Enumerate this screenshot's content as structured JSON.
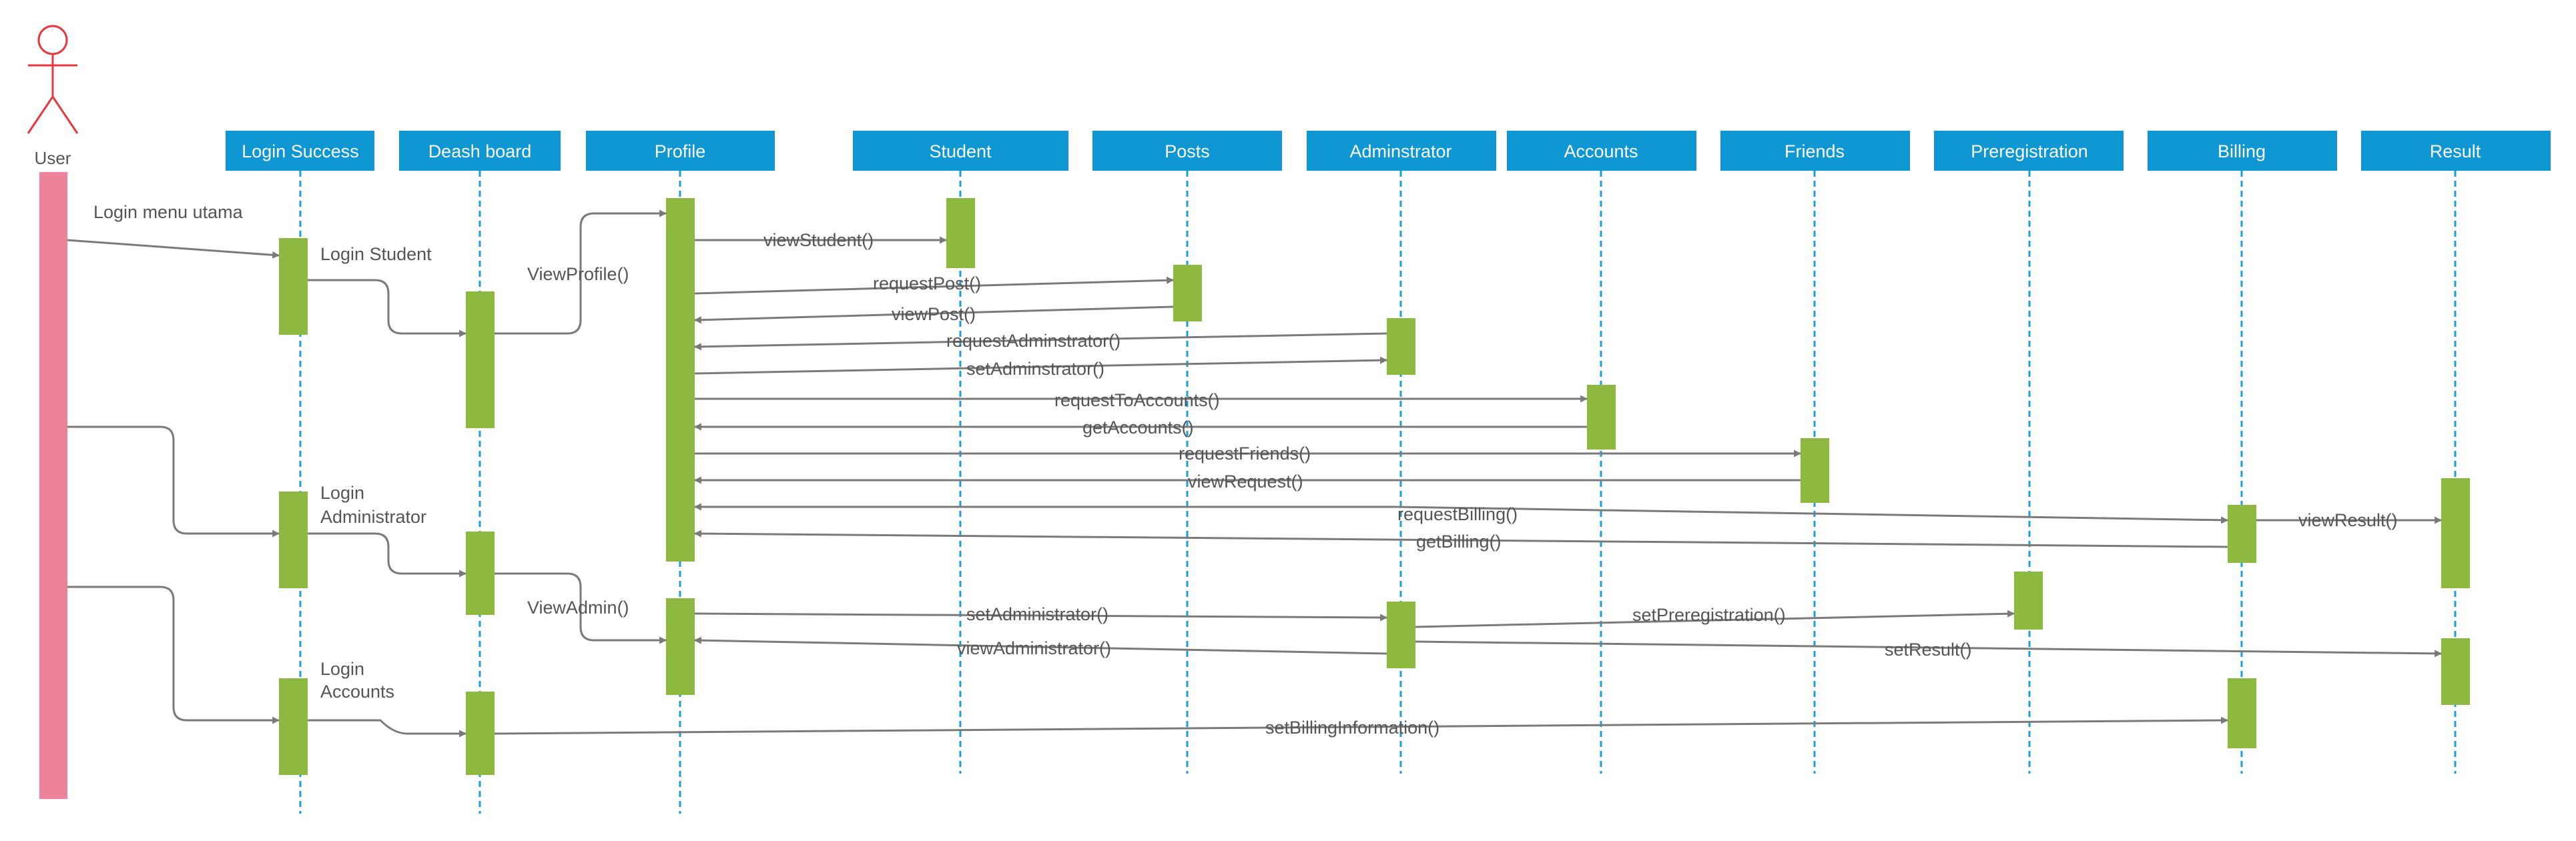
{
  "actor": {
    "label": "User"
  },
  "lifelines": [
    {
      "id": "login-success",
      "label": "Login Success"
    },
    {
      "id": "dashboard",
      "label": "Deash board"
    },
    {
      "id": "profile",
      "label": "Profile"
    },
    {
      "id": "student",
      "label": "Student"
    },
    {
      "id": "posts",
      "label": "Posts"
    },
    {
      "id": "adminstrator",
      "label": "Adminstrator"
    },
    {
      "id": "accounts",
      "label": "Accounts"
    },
    {
      "id": "friends",
      "label": "Friends"
    },
    {
      "id": "preregistration",
      "label": "Preregistration"
    },
    {
      "id": "billing",
      "label": "Billing"
    },
    {
      "id": "result",
      "label": "Result"
    }
  ],
  "messages": [
    {
      "id": "login-menu-utama",
      "text": "Login menu utama"
    },
    {
      "id": "login-student",
      "text": "Login Student"
    },
    {
      "id": "view-profile",
      "text": "ViewProfile()"
    },
    {
      "id": "view-student",
      "text": "viewStudent()"
    },
    {
      "id": "request-post",
      "text": "requestPost()"
    },
    {
      "id": "view-post",
      "text": "viewPost()"
    },
    {
      "id": "request-adminstrator",
      "text": "requestAdminstrator()"
    },
    {
      "id": "set-adminstrator",
      "text": "setAdminstrator()"
    },
    {
      "id": "request-to-accounts",
      "text": "requestToAccounts()"
    },
    {
      "id": "get-accounts",
      "text": "getAccounts()"
    },
    {
      "id": "request-friends",
      "text": "requestFriends()"
    },
    {
      "id": "view-request",
      "text": "viewRequest()"
    },
    {
      "id": "request-billing",
      "text": "requestBilling()"
    },
    {
      "id": "get-billing",
      "text": "getBilling()"
    },
    {
      "id": "view-result",
      "text": "viewResult()"
    },
    {
      "id": "login-administrator-1",
      "text": "Login"
    },
    {
      "id": "login-administrator-2",
      "text": "Administrator"
    },
    {
      "id": "view-admin",
      "text": "ViewAdmin()"
    },
    {
      "id": "set-administrator",
      "text": "setAdministrator()"
    },
    {
      "id": "view-administrator",
      "text": "viewAdministrator()"
    },
    {
      "id": "set-preregistration",
      "text": "setPreregistration()"
    },
    {
      "id": "set-result",
      "text": "setResult()"
    },
    {
      "id": "login-accounts-1",
      "text": "Login"
    },
    {
      "id": "login-accounts-2",
      "text": "Accounts"
    },
    {
      "id": "set-billing-information",
      "text": "setBillingInformation()"
    }
  ],
  "colors": {
    "header": "#0e97d2",
    "lifeline": "#1a9fdc",
    "activation": "#8db940",
    "actor_bar": "#ee829b",
    "actor_figure": "#e8373d",
    "arrow": "#7a7a7a"
  }
}
